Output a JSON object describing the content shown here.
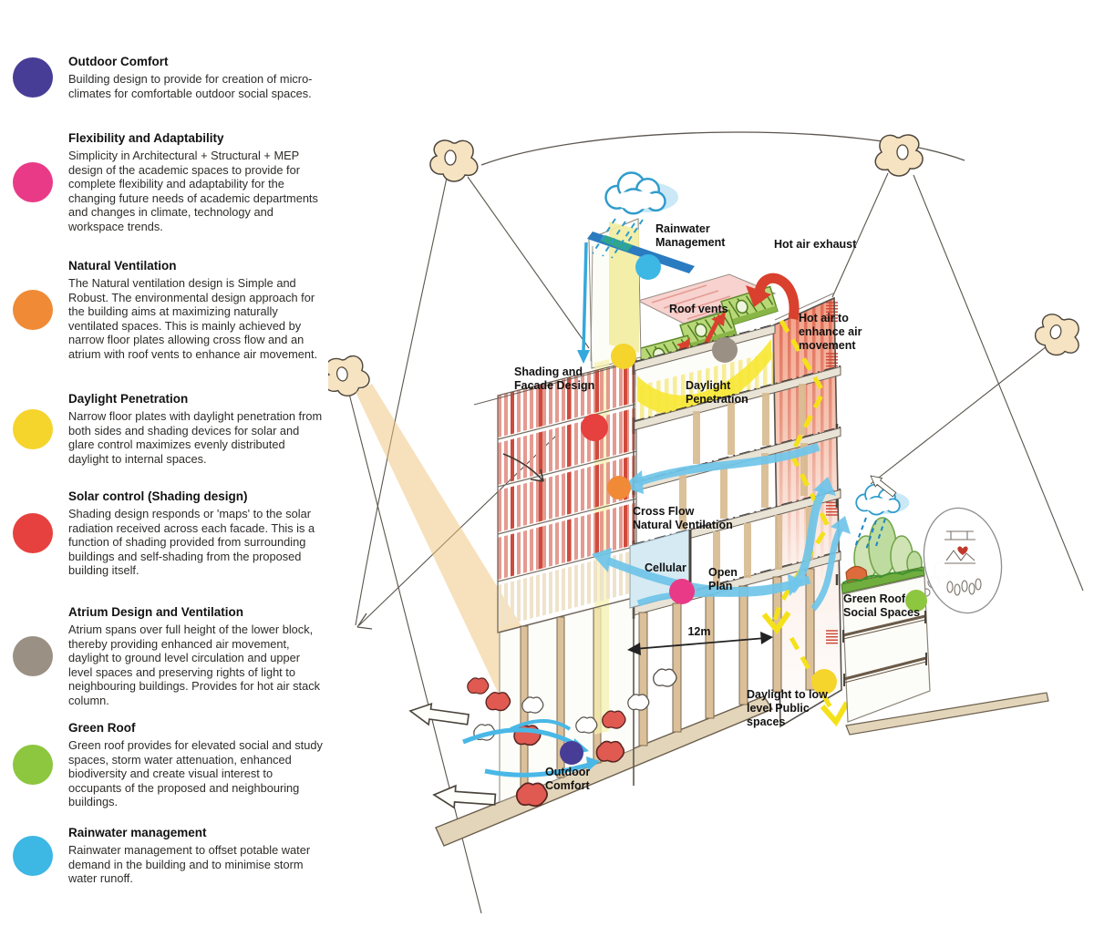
{
  "palette": {
    "purple": "#473D96",
    "pink": "#E93A87",
    "orange": "#F08A36",
    "yellow": "#F5D42C",
    "red": "#E6413E",
    "gray": "#9A9084",
    "green": "#8DC63F",
    "blue": "#3DB7E4",
    "flow_blue": "#6FC5EA",
    "dash_yellow": "#F5E11A",
    "exhaust_red": "#D9402E"
  },
  "legend": {
    "items": [
      {
        "title": "Outdoor Comfort",
        "body": "Building design to provide for creation of micro-climates for comfortable outdoor social spaces.",
        "color": "#473D96"
      },
      {
        "title": "Flexibility and Adaptability",
        "body": "Simplicity in Architectural + Structural + MEP design of the academic spaces to provide for complete flexibility and adaptability for the changing future needs of academic departments and changes in climate, technology and workspace trends.",
        "color": "#E93A87"
      },
      {
        "title": "Natural Ventilation",
        "body": "The Natural ventilation design is Simple and Robust. The environmental design approach for the building aims at maximizing naturally ventilated spaces. This is mainly achieved by narrow floor plates allowing cross flow and an atrium with roof vents to enhance air movement.",
        "color": "#F08A36"
      },
      {
        "title": "Daylight Penetration",
        "body": "Narrow floor plates with daylight penetration from both sides and shading devices for solar and glare control maximizes evenly distributed daylight to internal spaces.",
        "color": "#F5D42C"
      },
      {
        "title": "Solar control (Shading design)",
        "body": "Shading design responds or 'maps' to the solar radiation received across each facade. This is a function of shading provided from surrounding buildings and self-shading from the proposed building itself.",
        "color": "#E6413E"
      },
      {
        "title": "Atrium Design and Ventilation",
        "body": "Atrium spans over full height of the lower block, thereby providing enhanced air movement, daylight to ground level circulation and upper level spaces and preserving rights of light to neighbouring buildings. Provides for hot air stack column.",
        "color": "#9A9084"
      },
      {
        "title": "Green Roof",
        "body": "Green roof provides for elevated social and study spaces, storm water attenuation, enhanced biodiversity and create visual interest to occupants of the proposed and neighbouring buildings.",
        "color": "#8DC63F"
      },
      {
        "title": "Rainwater management",
        "body": "Rainwater management to offset potable water demand in the building and to minimise storm water runoff.",
        "color": "#3DB7E4"
      }
    ]
  },
  "diagram": {
    "labels": {
      "rainwater": "Rainwater\nManagement",
      "hot_air_exhaust": "Hot air exhaust",
      "roof_vents": "Roof vents",
      "hot_air_enhance": "Hot air to\nenhance air\nmovement",
      "shading_facade": "Shading and\nFacade Design",
      "daylight_penetration": "Daylight\nPenetration",
      "cross_flow": "Cross Flow\nNatural Ventilation",
      "cellular": "Cellular",
      "open_plan": "Open\nPlan",
      "dimension": "12m",
      "green_roof": "Green Roof\nSocial Spaces",
      "daylight_low": "Daylight to low\nlevel Public\nspaces",
      "outdoor_comfort": "Outdoor\nComfort"
    }
  }
}
